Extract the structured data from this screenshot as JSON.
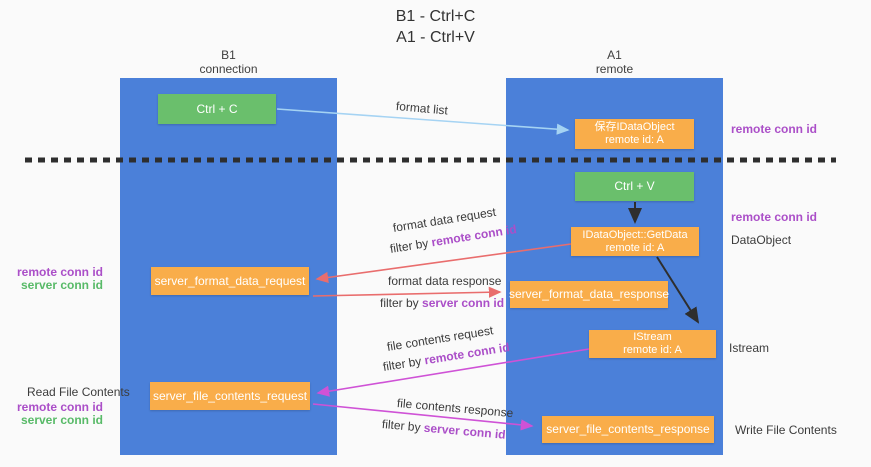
{
  "title": {
    "line1": "B1 - Ctrl+C",
    "line2": "A1 - Ctrl+V"
  },
  "lanes": {
    "left": {
      "title": "B1",
      "subtitle": "connection"
    },
    "right": {
      "title": "A1",
      "subtitle": "remote"
    }
  },
  "boxes": {
    "ctrl_c": {
      "label": "Ctrl + C"
    },
    "ctrl_v": {
      "label": "Ctrl + V"
    },
    "save_idataobject": {
      "line1": "保存IDataObject",
      "line2": "remote id: A"
    },
    "getdata": {
      "line1": "IDataObject::GetData",
      "line2": "remote id: A"
    },
    "istream": {
      "line1": "IStream",
      "line2": "remote id: A"
    },
    "format_request": {
      "label": "server_format_data_request"
    },
    "format_response": {
      "label": "server_format_data_response"
    },
    "file_request": {
      "label": "server_file_contents_request"
    },
    "file_response": {
      "label": "server_file_contents_response"
    }
  },
  "arrows": {
    "format_list": {
      "label": "format list"
    },
    "format_data_request": {
      "label": "format data request",
      "filter_prefix": "filter by ",
      "filter_key": "remote conn id"
    },
    "format_data_response": {
      "label": "format data response",
      "filter_prefix": "filter by ",
      "filter_key": "server conn id"
    },
    "file_contents_request": {
      "label": "file contents request",
      "filter_prefix": "filter by ",
      "filter_key": "remote conn id"
    },
    "file_contents_response": {
      "label": "file contents response",
      "filter_prefix": "filter by ",
      "filter_key": "server conn id"
    }
  },
  "side_labels": {
    "right_remote_conn_id_1": "remote conn id",
    "right_remote_conn_id_2": "remote conn id",
    "dataobject": "DataObject",
    "istream": "Istream",
    "write_file_contents": "Write File Contents",
    "read_file_contents": "Read File Contents",
    "left_remote_conn_id_1": "remote conn id",
    "left_server_conn_id_1": "server conn id",
    "left_remote_conn_id_2": "remote conn id",
    "left_server_conn_id_2": "server conn id"
  },
  "colors": {
    "lane_blue": "#4b80d9",
    "box_orange": "#f9ad4a",
    "box_green": "#6abf6c",
    "arrow_red": "#e96d6d",
    "arrow_magenta": "#cf52d6",
    "arrow_lightblue": "#a5d3f3",
    "arrow_black": "#2e2e2e",
    "label_purple": "#ab4fc8",
    "label_green": "#58ba68",
    "background": "#fafafa"
  }
}
